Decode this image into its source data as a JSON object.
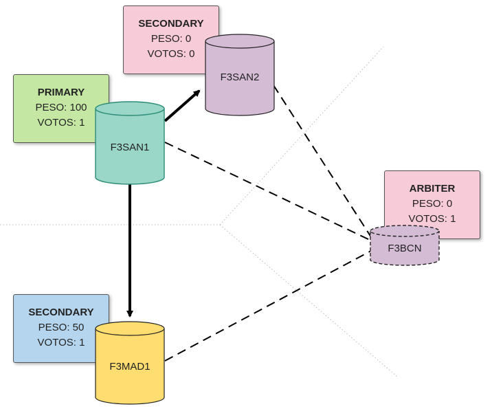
{
  "colors": {
    "primary_card": "#c5e7a4",
    "secondary_card_top": "#f8cbd8",
    "secondary_card_bottom": "#b5d5ee",
    "arbiter_card": "#f8cbd8",
    "f3san1": "#9bd7c8",
    "f3san2": "#d4bcd4",
    "f3bcn": "#d4bcd4",
    "f3mad1": "#ffdd70"
  },
  "cards": {
    "primary": {
      "role": "PRIMARY",
      "peso": "PESO: 100",
      "votos": "VOTOS: 1"
    },
    "secondary_top": {
      "role": "SECONDARY",
      "peso": "PESO: 0",
      "votos": "VOTOS: 0"
    },
    "arbiter": {
      "role": "ARBITER",
      "peso": "PESO: 0",
      "votos": "VOTOS: 1"
    },
    "secondary_bottom": {
      "role": "SECONDARY",
      "peso": "PESO: 50",
      "votos": "VOTOS: 1"
    }
  },
  "nodes": {
    "f3san1": "F3SAN1",
    "f3san2": "F3SAN2",
    "f3bcn": "F3BCN",
    "f3mad1": "F3MAD1"
  }
}
